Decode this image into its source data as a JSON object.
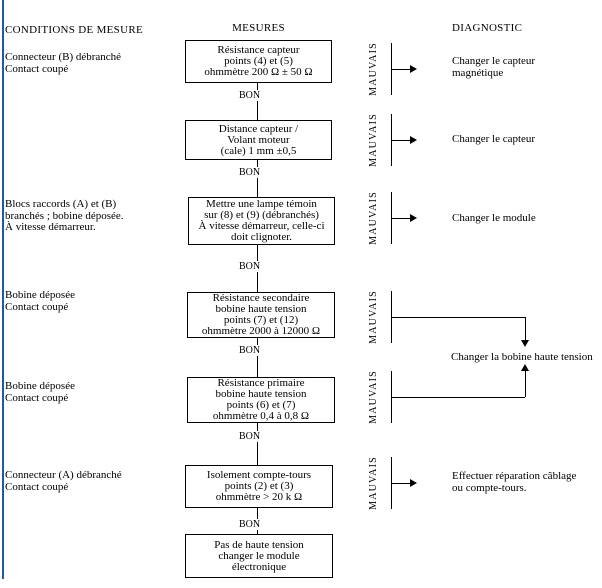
{
  "meta": {
    "accent_color": "#1e5aa2"
  },
  "headers": {
    "conditions": "CONDITIONS DE MESURE",
    "measures": "MESURES",
    "diagnostic": "DIAGNOSTIC"
  },
  "labels": {
    "ok": "BON",
    "bad": "MAUVAIS"
  },
  "conditions": [
    {
      "lines": [
        "Connecteur (B) débranché",
        "Contact coupé"
      ]
    },
    {
      "lines": [
        "Blocs raccords (A) et (B)",
        "branchés ; bobine déposée.",
        "À vitesse démarreur."
      ]
    },
    {
      "lines": [
        "Bobine déposée",
        "Contact coupé"
      ]
    },
    {
      "lines": [
        "Bobine déposée",
        "Contact coupé"
      ]
    },
    {
      "lines": [
        "Connecteur (A) débranché",
        "Contact coupé"
      ]
    }
  ],
  "measures": [
    {
      "lines": [
        "Résistance capteur",
        "points (4) et (5)",
        "ohmmètre 200 Ω ± 50  Ω"
      ]
    },
    {
      "lines": [
        "Distance capteur /",
        "Volant moteur",
        "(cale) 1 mm ±0,5"
      ]
    },
    {
      "lines": [
        "Mettre une lampe témoin",
        "sur (8) et (9) (débranchés)",
        "À vitesse démarreur, celle-ci",
        "doit clignoter."
      ]
    },
    {
      "lines": [
        "Résistance secondaire",
        "bobine haute tension",
        "points (7) et (12)",
        "ohmmètre 2000 à 12000  Ω"
      ]
    },
    {
      "lines": [
        "Résistance primaire",
        "bobine haute tension",
        "points (6) et (7)",
        "ohmmètre 0,4 à 0,8  Ω"
      ]
    },
    {
      "lines": [
        "Isolement compte-tours",
        "points (2) et (3)",
        "ohmmètre > 20 k Ω"
      ]
    },
    {
      "lines": [
        "Pas de haute tension",
        "changer le module",
        "électronique"
      ]
    }
  ],
  "diagnostics": [
    {
      "lines": [
        "Changer le capteur",
        "magnétique"
      ]
    },
    {
      "lines": [
        "Changer le capteur"
      ]
    },
    {
      "lines": [
        "Changer le module"
      ]
    },
    {
      "lines": [
        "Changer la bobine haute tension"
      ]
    },
    {
      "lines": [
        "Effectuer réparation câblage",
        "ou compte-tours."
      ]
    }
  ]
}
